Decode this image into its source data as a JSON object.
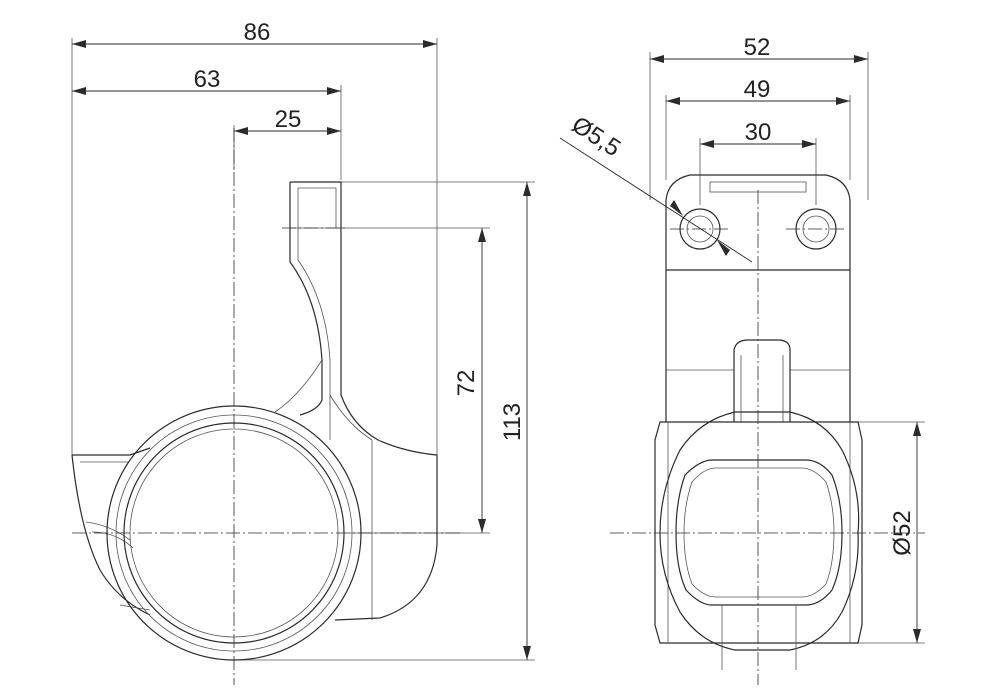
{
  "dimensions": {
    "overall_width": "86",
    "offset_63": "63",
    "offset_25": "25",
    "height_72": "72",
    "height_113": "113",
    "front_width_52": "52",
    "front_width_49": "49",
    "hole_spacing_30": "30",
    "hole_diameter": "Ø5,5",
    "bore_diameter": "Ø52"
  },
  "colors": {
    "line": "#2b2b2b",
    "background": "#ffffff"
  }
}
